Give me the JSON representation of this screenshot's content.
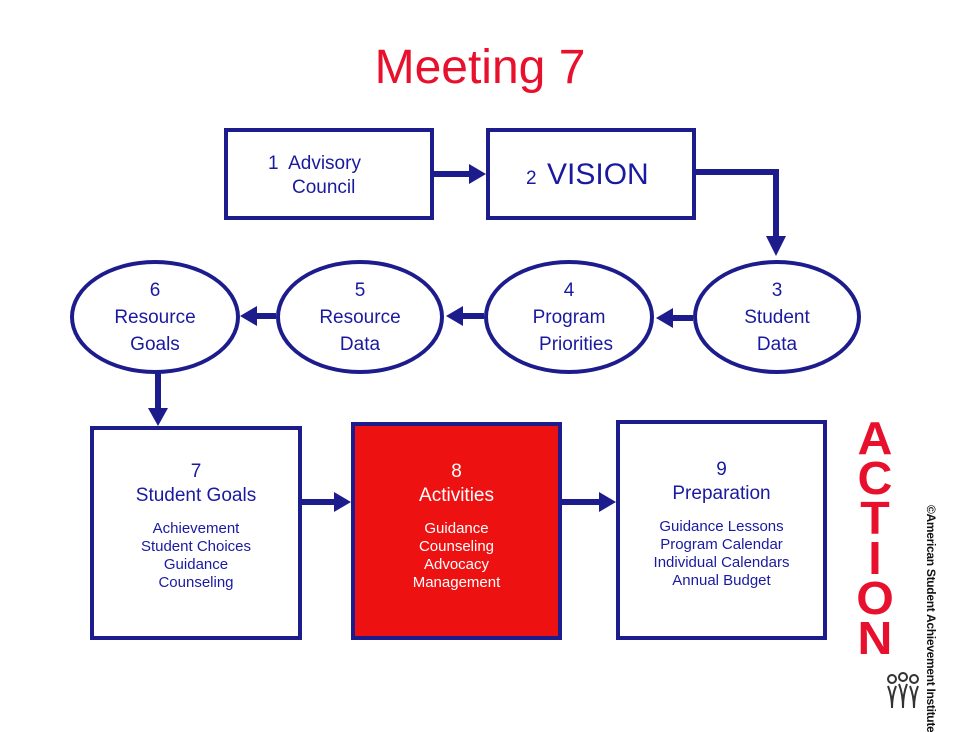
{
  "title": "Meeting 7",
  "steps": {
    "s1": {
      "num": "1",
      "line1": "Advisory",
      "line2": "Council"
    },
    "s2": {
      "num": "2",
      "label": "VISION"
    },
    "s3": {
      "num": "3",
      "line1": "Student",
      "line2": "Data"
    },
    "s4": {
      "num": "4",
      "line1": "Program",
      "line2": "Priorities"
    },
    "s5": {
      "num": "5",
      "line1": "Resource",
      "line2": "Data"
    },
    "s6": {
      "num": "6",
      "line1": "Resource",
      "line2": "Goals"
    },
    "s7": {
      "num": "7",
      "heading": "Student Goals",
      "items": [
        "Achievement",
        "Student Choices",
        "Guidance",
        "Counseling"
      ]
    },
    "s8": {
      "num": "8",
      "heading": "Activities",
      "items": [
        "Guidance",
        "Counseling",
        "Advocacy",
        "Management"
      ]
    },
    "s9": {
      "num": "9",
      "heading": "Preparation",
      "items": [
        "Guidance Lessons",
        "Program Calendar",
        "Individual Calendars",
        "Annual Budget"
      ]
    }
  },
  "action_letters": [
    "A",
    "C",
    "T",
    "I",
    "O",
    "N"
  ],
  "copyright": "©American Student Achievement Institute",
  "colors": {
    "accent_red": "#e8112d",
    "highlight_box": "#ee1111",
    "navy": "#1c1c8c"
  },
  "icons": {
    "arrow": "arrow-icon",
    "logo": "people-logo-icon"
  }
}
